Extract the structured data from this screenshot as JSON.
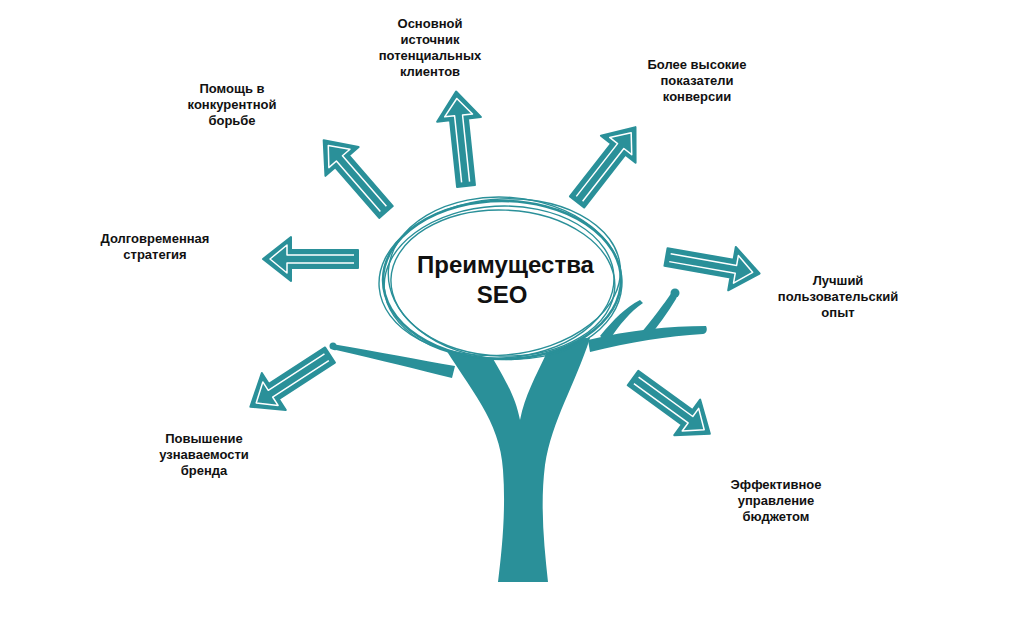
{
  "diagram": {
    "nodes": [
      {
        "text": [
          "Преимущества SEO"
        ]
      }
    ],
    "labels": [
      "Основной источник потенциальных клиентов",
      "Помощь в конкурентной борьбе",
      "Более высокие показатели конверсии",
      "Долговременная стратегия",
      "Лучший пользовательский опыт",
      "Повышение узнаваемости бренда",
      "Эффективное управление бюджетом"
    ]
  }
}
